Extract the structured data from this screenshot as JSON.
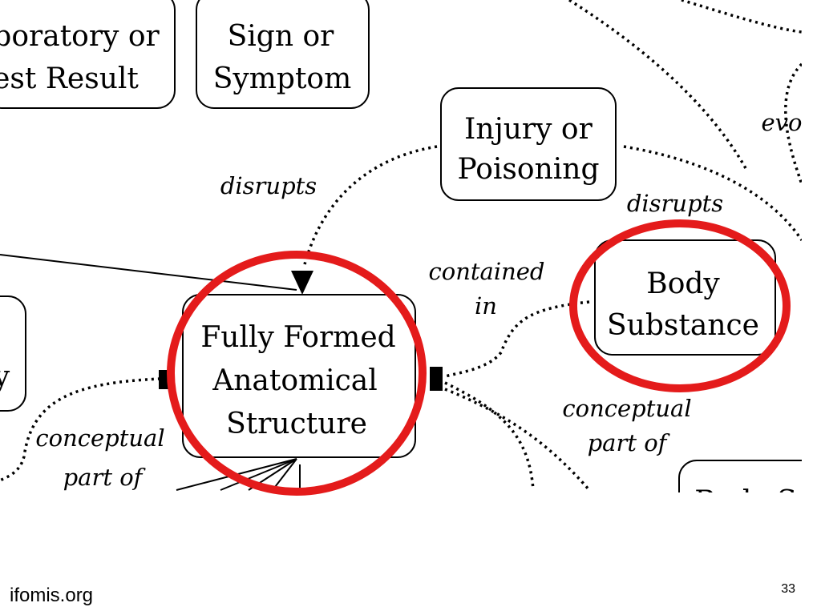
{
  "diagram": {
    "nodes": {
      "lab_result": {
        "line1": "boratory  or",
        "line2": "est Result"
      },
      "sign_symptom": {
        "line1": "Sign or",
        "line2": "Symptom"
      },
      "injury": {
        "line1": "Injury or",
        "line2": "Poisoning"
      },
      "anatomical": {
        "line1": "Fully Formed",
        "line2": "Anatomical",
        "line3": "Structure"
      },
      "body_substance": {
        "line1": "Body",
        "line2": "Substance"
      },
      "body_partial": {
        "line1": "Body S"
      },
      "left_partial": {
        "line1": "y"
      }
    },
    "edge_labels": {
      "disrupts_left": "disrupts",
      "disrupts_right": "disrupts",
      "contained_in_1": "contained",
      "contained_in_2": "in",
      "conceptual_left_1": "conceptual",
      "conceptual_left_2": "part of",
      "conceptual_right_1": "conceptual",
      "conceptual_right_2": "part of",
      "evolves_partial": "evo"
    },
    "highlight_color": "#e41b1b"
  },
  "footer": {
    "site": "ifomis.org",
    "page_number": "33"
  }
}
